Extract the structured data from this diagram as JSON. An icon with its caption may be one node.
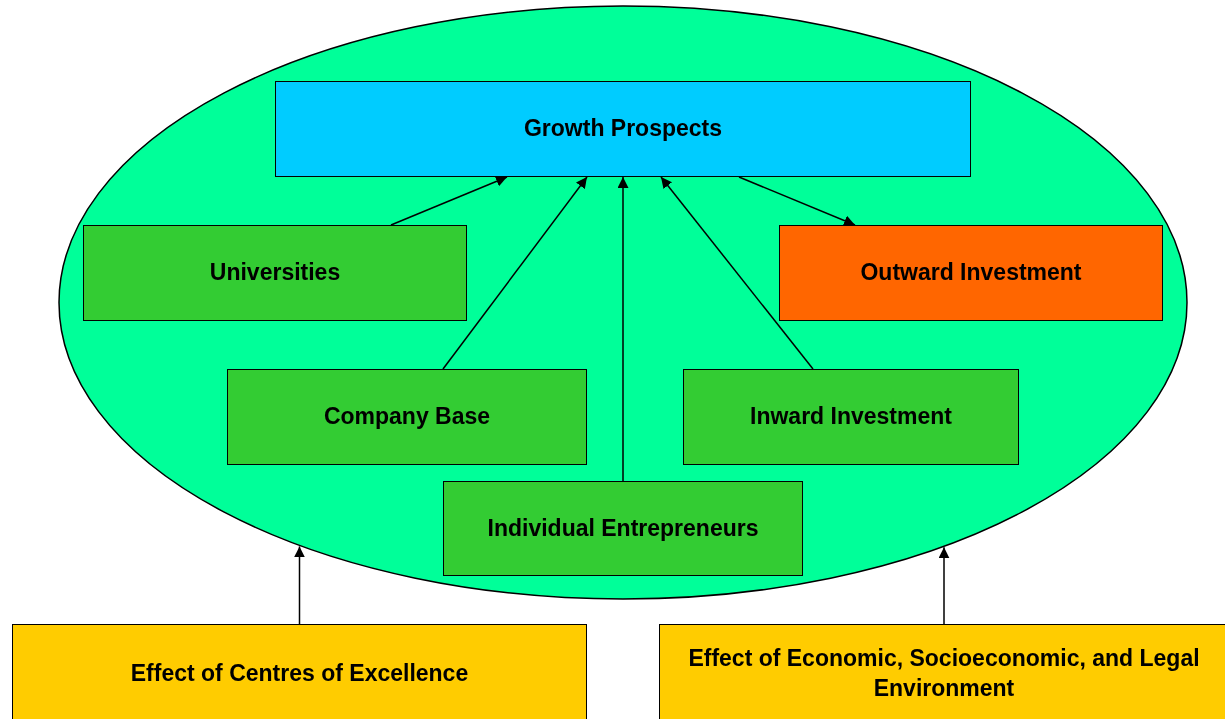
{
  "diagram": {
    "nodes": [
      {
        "text": [],
        "shape": "ellipse"
      },
      {
        "text": [
          "Growth Prospects"
        ],
        "in": 0
      },
      {
        "text": [
          "Universities"
        ],
        "in": 0
      },
      {
        "text": [
          "Outward Investment"
        ],
        "in": 0
      },
      {
        "text": [
          "Company Base"
        ],
        "in": 0
      },
      {
        "text": [
          "Inward Investment"
        ],
        "in": 0
      },
      {
        "text": [
          "Individual Entrepreneurs"
        ],
        "in": 0
      },
      {
        "text": [
          "Effect of Centres of Excellence"
        ]
      },
      {
        "text": [
          "Effect of Economic, Socioeconomic, and Legal Environment"
        ]
      }
    ],
    "edges": [
      {
        "from": 2,
        "to": 1,
        "arrow": "to"
      },
      {
        "from": 4,
        "to": 1,
        "arrow": "to"
      },
      {
        "from": 6,
        "to": 1,
        "arrow": "to"
      },
      {
        "from": 5,
        "to": 1,
        "arrow": "to"
      },
      {
        "from": 1,
        "to": 3,
        "arrow": "to"
      },
      {
        "from": 7,
        "to": 0,
        "arrow": "to"
      },
      {
        "from": 8,
        "to": 0,
        "arrow": "to"
      }
    ]
  }
}
